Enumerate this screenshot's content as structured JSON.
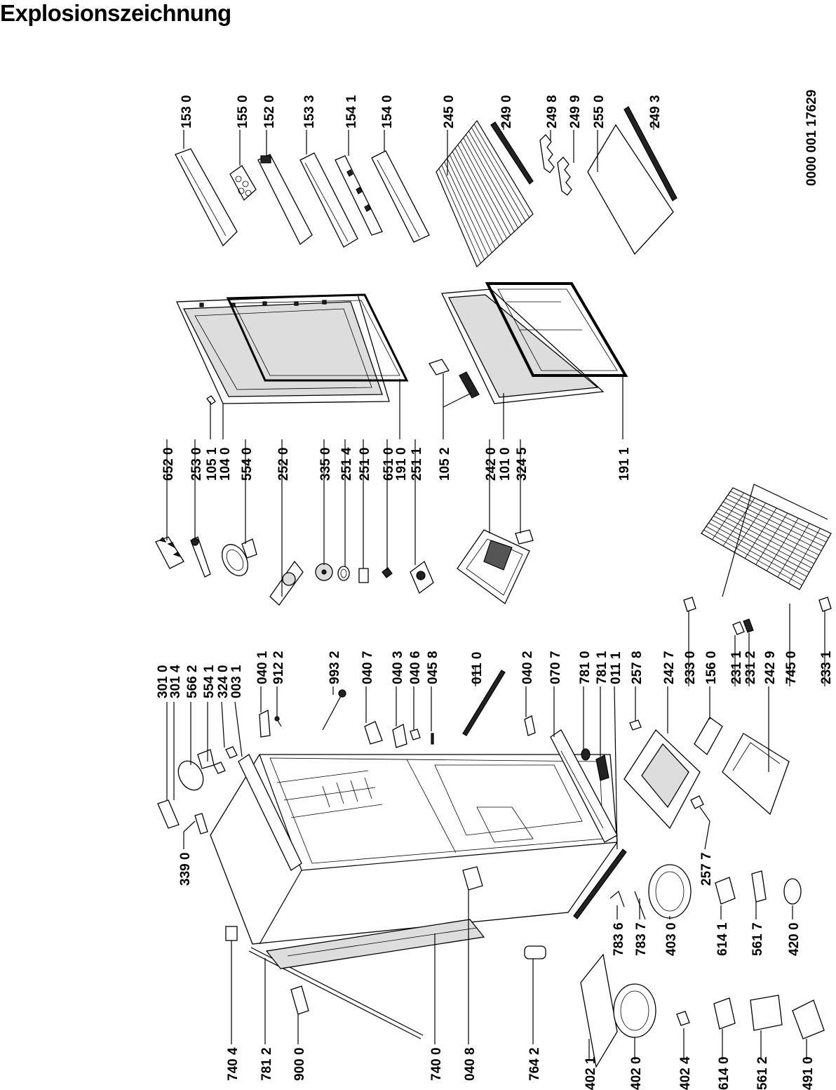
{
  "title": "Explosionszeichnung",
  "doc_number": "0000 001 17629",
  "labels": {
    "p1530": "153 0",
    "p1550": "155 0",
    "p1520": "152 0",
    "p1533": "153 3",
    "p1541": "154 1",
    "p1540": "154 0",
    "p2450": "245 0",
    "p2490": "249 0",
    "p2498": "249 8",
    "p2499": "249 9",
    "p2550": "255 0",
    "p2493": "249 3",
    "p6520": "652 0",
    "p2530": "253 0",
    "p1051": "105 1",
    "p1040": "104 0",
    "p5540": "554 0",
    "p2520": "252 0",
    "p3350": "335 0",
    "p2514": "251 4",
    "p2510": "251 0",
    "p6510": "651 0",
    "p1910": "191 0",
    "p2511": "251 1",
    "p1052": "105 2",
    "p2420": "242 0",
    "p1010": "101 0",
    "p3245": "324 5",
    "p1911": "191 1",
    "p3010": "301 0",
    "p3014": "301 4",
    "p5662": "566 2",
    "p5541": "554 1",
    "p3240": "324 0",
    "p0031": "003 1",
    "p0401": "040 1",
    "p9122": "912 2",
    "p9932": "993 2",
    "p0407": "040 7",
    "p0403": "040 3",
    "p0406": "040 6",
    "p0458": "045 8",
    "p0110": "011 0",
    "p0402": "040 2",
    "p0707": "070 7",
    "p7810": "781 0",
    "p7811": "781 1",
    "p0111": "011 1",
    "p2578": "257 8",
    "p2427": "242 7",
    "p2330": "233 0",
    "p1560": "156 0",
    "p2311": "231 1",
    "p2312": "231 2",
    "p2429": "242 9",
    "p7450": "745 0",
    "p2331": "233 1",
    "p3390": "339 0",
    "p2577": "257 7",
    "p7836": "783 6",
    "p7837": "783 7",
    "p4030": "403 0",
    "p6141": "614 1",
    "p5617": "561 7",
    "p4200": "420 0",
    "p7404": "740 4",
    "p7812": "781 2",
    "p9000": "900 0",
    "p7400": "740 0",
    "p0408": "040 8",
    "p7642": "764 2",
    "p4021": "402 1",
    "p4020": "402 0",
    "p4024": "402 4",
    "p6140": "614 0",
    "p5612": "561 2",
    "p4910": "491 0"
  }
}
